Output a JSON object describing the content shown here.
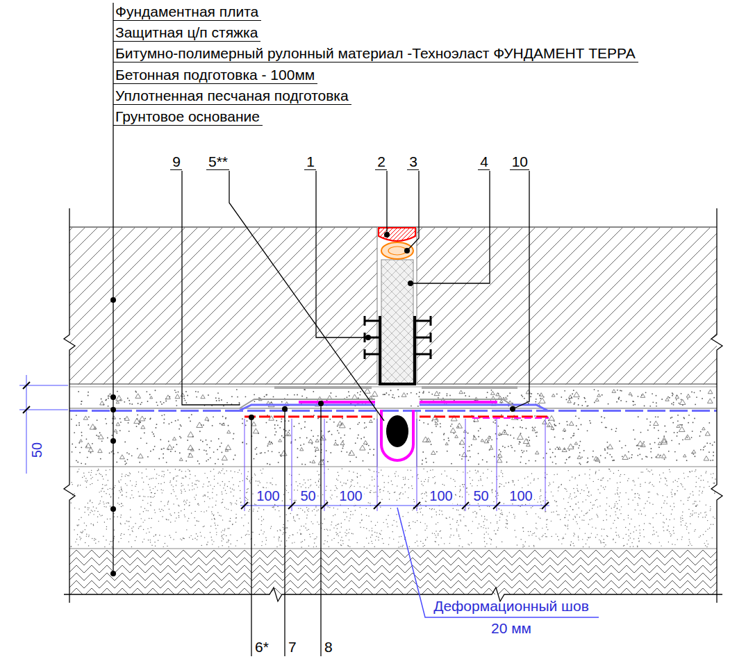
{
  "diagram": {
    "labels": [
      "Фундаментная плита",
      "Защитная ц/п стяжка",
      "Битумно-полимерный рулонный материал -Техноэласт ФУНДАМЕНТ ТЕРРА",
      "Бетонная подготовка - 100мм",
      "Уплотненная песчаная подготовка",
      "Грунтовое основание",
      "9",
      "5**",
      "1",
      "2",
      "3",
      "4",
      "10",
      "50",
      "100",
      "50",
      "100",
      "100",
      "50",
      "100",
      "6*",
      "7",
      "8",
      "Деформационный шов 20 мм"
    ]
  }
}
